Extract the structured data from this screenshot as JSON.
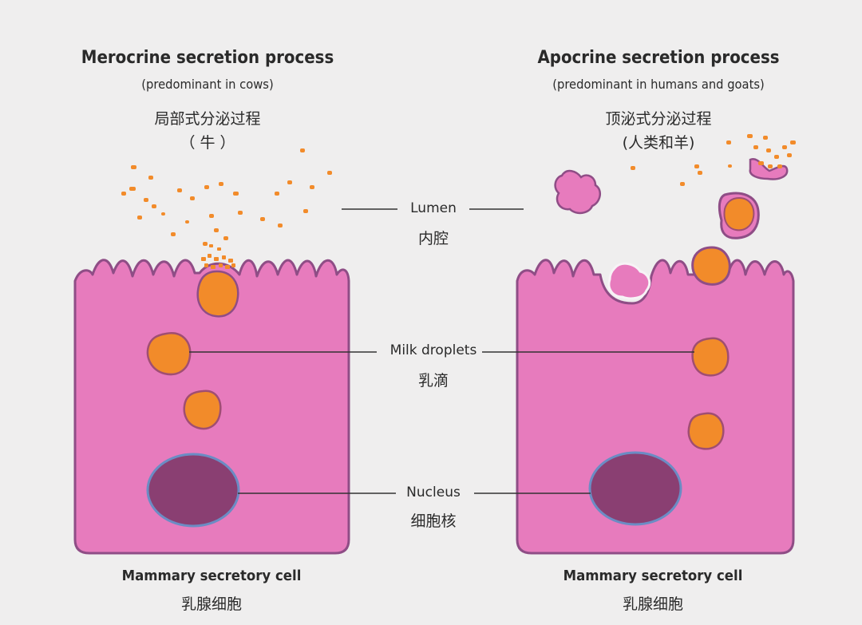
{
  "left": {
    "title": "Merocrine secretion process",
    "subtitle": "(predominant in cows)",
    "title_cn": "局部式分泌过程",
    "subtitle_cn": "（ 牛 ）",
    "cell_label": "Mammary secretory cell",
    "cell_label_cn": "乳腺细胞"
  },
  "right": {
    "title": "Apocrine secretion process",
    "subtitle": "(predominant in humans and goats)",
    "title_cn": "顶泌式分泌过程",
    "subtitle_cn": "(人类和羊)",
    "cell_label": "Mammary secretory cell",
    "cell_label_cn": "乳腺细胞"
  },
  "center": {
    "lumen": "Lumen",
    "lumen_cn": "内腔",
    "milk_droplets": "Milk droplets",
    "milk_droplets_cn": "乳滴",
    "nucleus": "Nucleus",
    "nucleus_cn": "细胞核"
  },
  "colors": {
    "background": "#efeeee",
    "cell_fill": "#e77bbd",
    "cell_outline": "#8f4d86",
    "droplet_fill": "#f28b2a",
    "droplet_outline": "#a04e72",
    "nucleus_fill": "#8a3f72",
    "nucleus_outline": "#6b8cc4",
    "line": "#333333"
  }
}
